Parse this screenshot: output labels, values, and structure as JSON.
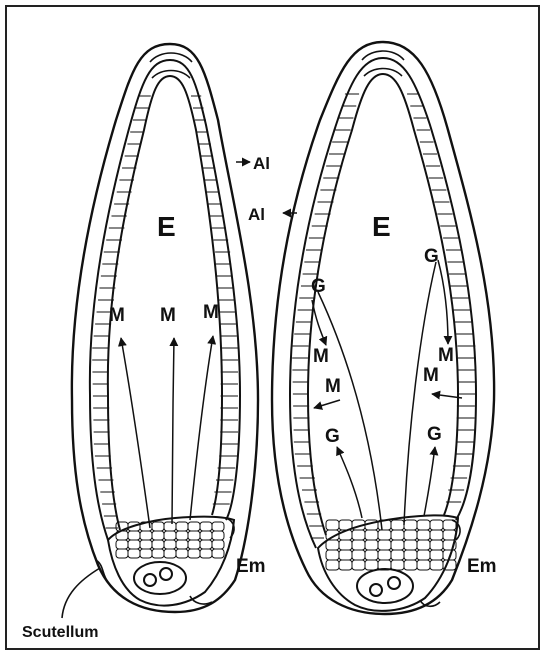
{
  "figure": {
    "left_grain": {
      "endosperm_label": "E",
      "messenger_labels": [
        "M",
        "M",
        "M"
      ],
      "aleurone_label": "Al",
      "embryo_label": "Em",
      "scutellum_label": "Scutellum"
    },
    "right_grain": {
      "endosperm_label": "E",
      "aleurone_label": "Al",
      "gibberellin_labels": [
        "G",
        "G",
        "G",
        "G"
      ],
      "messenger_labels": [
        "M",
        "M",
        "M",
        "M"
      ],
      "embryo_label": "Em"
    }
  },
  "colors": {
    "ink": "#111111",
    "background": "#ffffff",
    "frame": "#222222"
  }
}
